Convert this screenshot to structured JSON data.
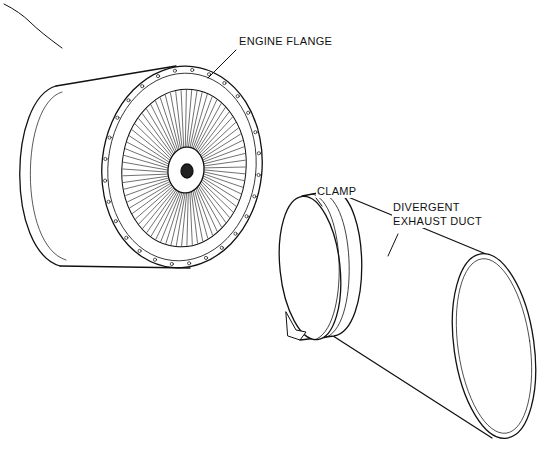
{
  "diagram": {
    "labels": [
      "ENGINE FLANGE",
      "CLAMP",
      "DIVERGENT EXHAUST DUCT"
    ]
  }
}
